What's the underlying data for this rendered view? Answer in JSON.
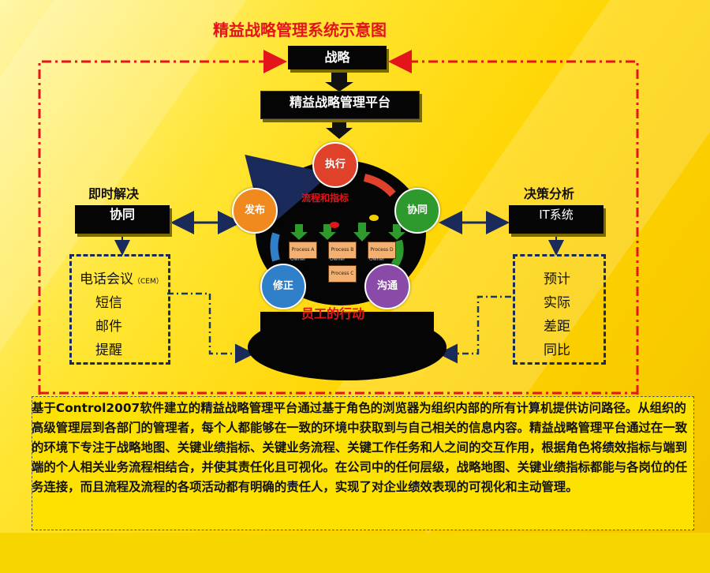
{
  "title": "精益战略管理系统示意图",
  "strategy": "战略",
  "platform": "精益战略管理平台",
  "left_header": "即时解决",
  "left_box": "协同",
  "right_header": "决策分析",
  "right_box": "IT系统",
  "left_list": [
    "电话会议",
    "短信",
    "邮件",
    "提醒"
  ],
  "left_list_note": "（CEM）",
  "right_list": [
    "预计",
    "实际",
    "差距",
    "同比"
  ],
  "cycle": {
    "center_label": "流程和指标",
    "bottom_label": "员工的行动",
    "nodes": [
      "执行",
      "协同",
      "沟通",
      "修正",
      "发布"
    ],
    "processes": [
      "Process A",
      "Process B",
      "Process D",
      "Process C"
    ],
    "owner_label": "Owner"
  },
  "colors": {
    "title_red": "#e4141b",
    "exec": "#e0412a",
    "collab": "#2e9a2e",
    "comm": "#8a4aa8",
    "fix": "#2f80c8",
    "publish": "#f08a1f"
  },
  "caption": "基于Control2007软件建立的精益战略管理平台通过基于角色的浏览器为组织内部的所有计算机提供访问路径。从组织的高级管理层到各部门的管理者，每个人都能够在一致的环境中获取到与自己相关的信息内容。精益战略管理平台通过在一致的环境下专注于战略地图、关键业绩指标、关键业务流程、关键工作任务和人之间的交互作用，根据角色将绩效指标与端到端的个人相关业务流程相结合，并使其责任化且可视化。在公司中的任何层级，战略地图、关键业绩指标都能与各岗位的任务连接，而且流程及流程的各项活动都有明确的责任人，实现了对企业绩效表现的可视化和主动管理。"
}
